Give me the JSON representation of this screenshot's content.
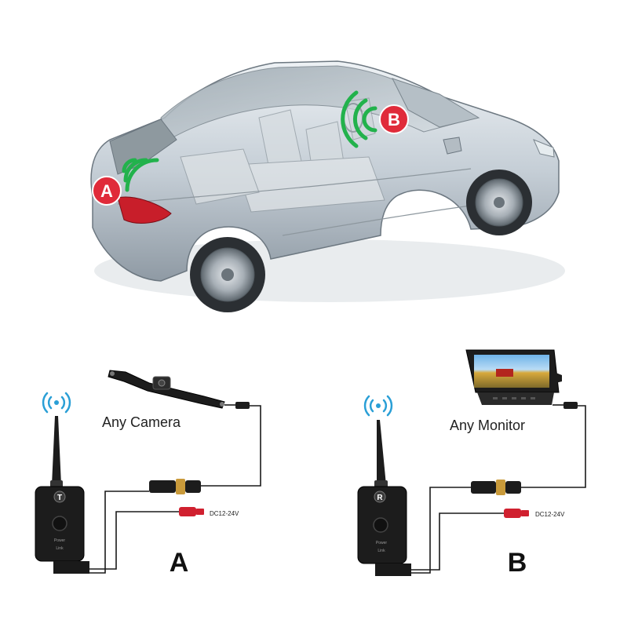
{
  "car": {
    "point_a_label": "A",
    "point_b_label": "B"
  },
  "left_panel": {
    "camera_label": "Any Camera",
    "power_label": "DC12-24V",
    "module_letter": "T",
    "caption": "A",
    "power_text": "Power",
    "link_text": "Link"
  },
  "right_panel": {
    "monitor_label": "Any Monitor",
    "power_label": "DC12-24V",
    "module_letter": "R",
    "caption": "B",
    "power_text": "Power",
    "link_text": "Link"
  },
  "colors": {
    "signal_green": "#22b24c",
    "badge_red": "#e02b3a",
    "wifi_blue": "#2a9fd6",
    "car_silver": "#c9d2d9",
    "device_black": "#1c1c1c"
  },
  "icons": [
    "wifi-signal-icon",
    "wireless-signal-icon"
  ]
}
